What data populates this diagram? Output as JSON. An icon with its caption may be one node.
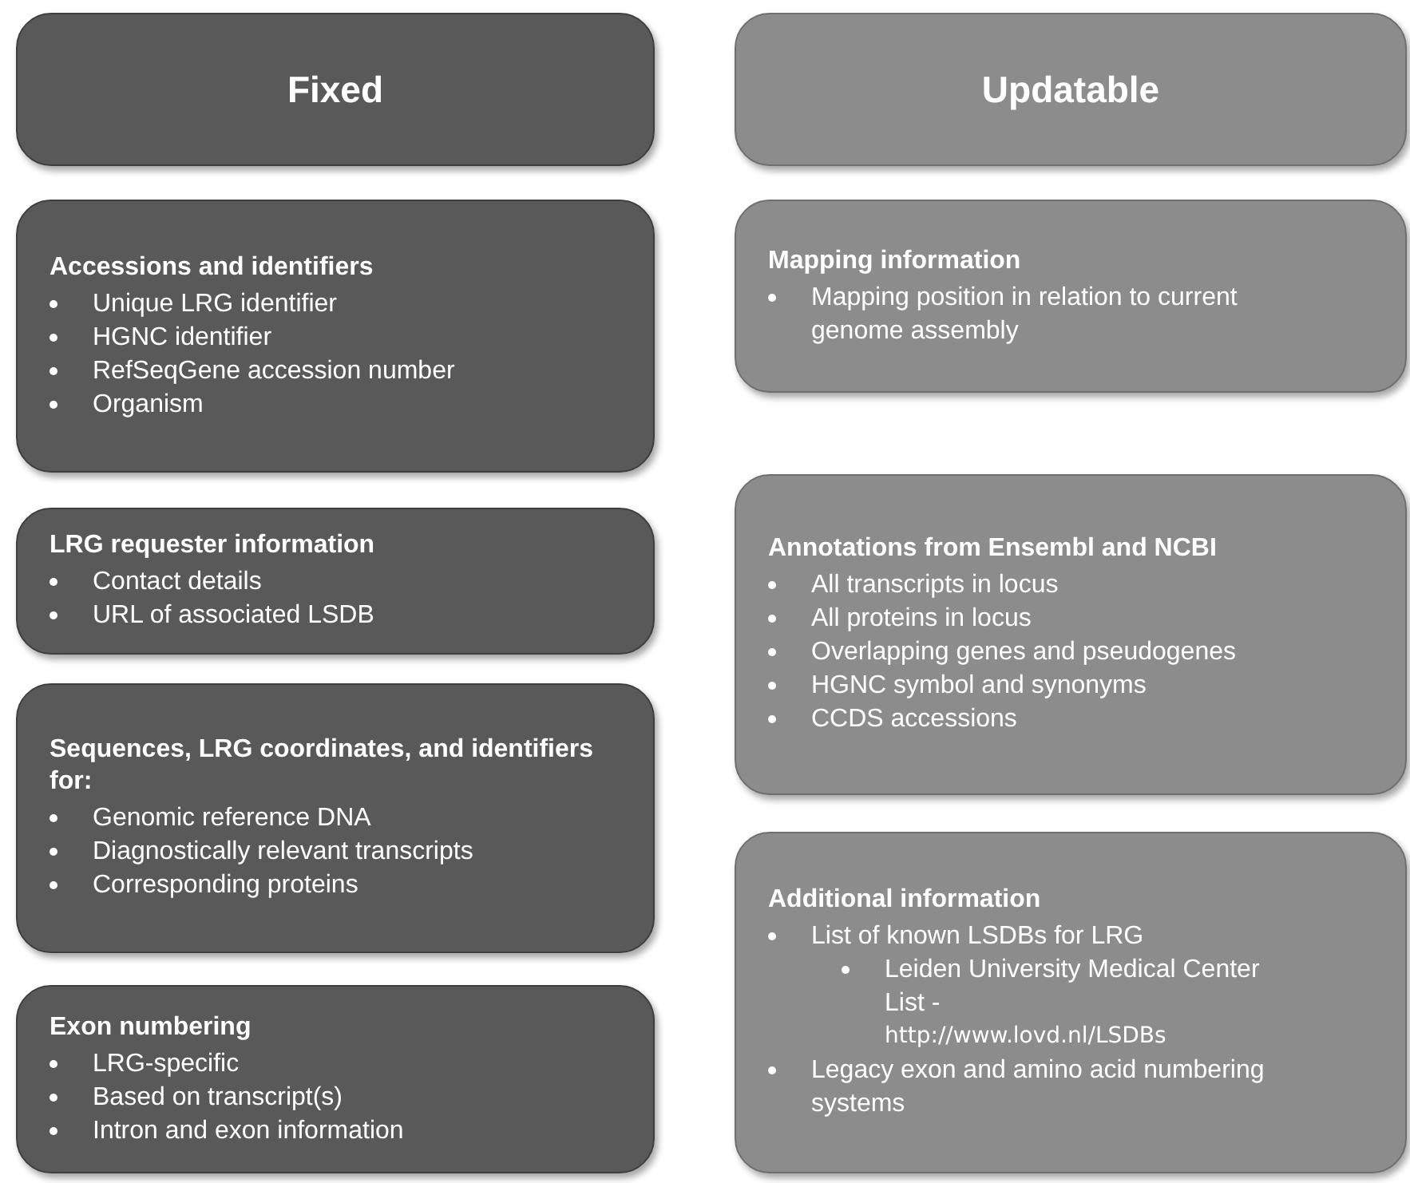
{
  "diagram": {
    "nodes": [
      {
        "text": [
          "Fixed"
        ]
      },
      {
        "text": [
          "Updatable"
        ]
      },
      {
        "text": [
          "Accessions and identifiers",
          "Unique LRG identifier",
          "HGNC identifier",
          "RefSeqGene accession number",
          "Organism"
        ]
      },
      {
        "text": [
          "Mapping information",
          "Mapping position in relation to current genome assembly"
        ]
      },
      {
        "text": [
          "LRG requester information",
          "Contact details",
          "URL of associated LSDB"
        ]
      },
      {
        "text": [
          "Annotations from Ensembl and NCBI",
          "All transcripts in locus",
          "All proteins in locus",
          "Overlapping genes and pseudogenes",
          "HGNC symbol and synonyms",
          "CCDS accessions"
        ]
      },
      {
        "text": [
          "Sequences, LRG coordinates, and identifiers for:",
          "Genomic reference DNA",
          "Diagnostically relevant transcripts",
          "Corresponding proteins"
        ]
      },
      {
        "text": [
          "Additional information",
          "List of known LSDBs for LRG",
          "Leiden University Medical Center List -",
          "http://www.lovd.nl/LSDBs",
          "Legacy exon and amino acid numbering systems"
        ]
      },
      {
        "text": [
          "Exon numbering",
          "LRG-specific",
          "Based on transcript(s)",
          "Intron and exon information"
        ]
      }
    ]
  }
}
